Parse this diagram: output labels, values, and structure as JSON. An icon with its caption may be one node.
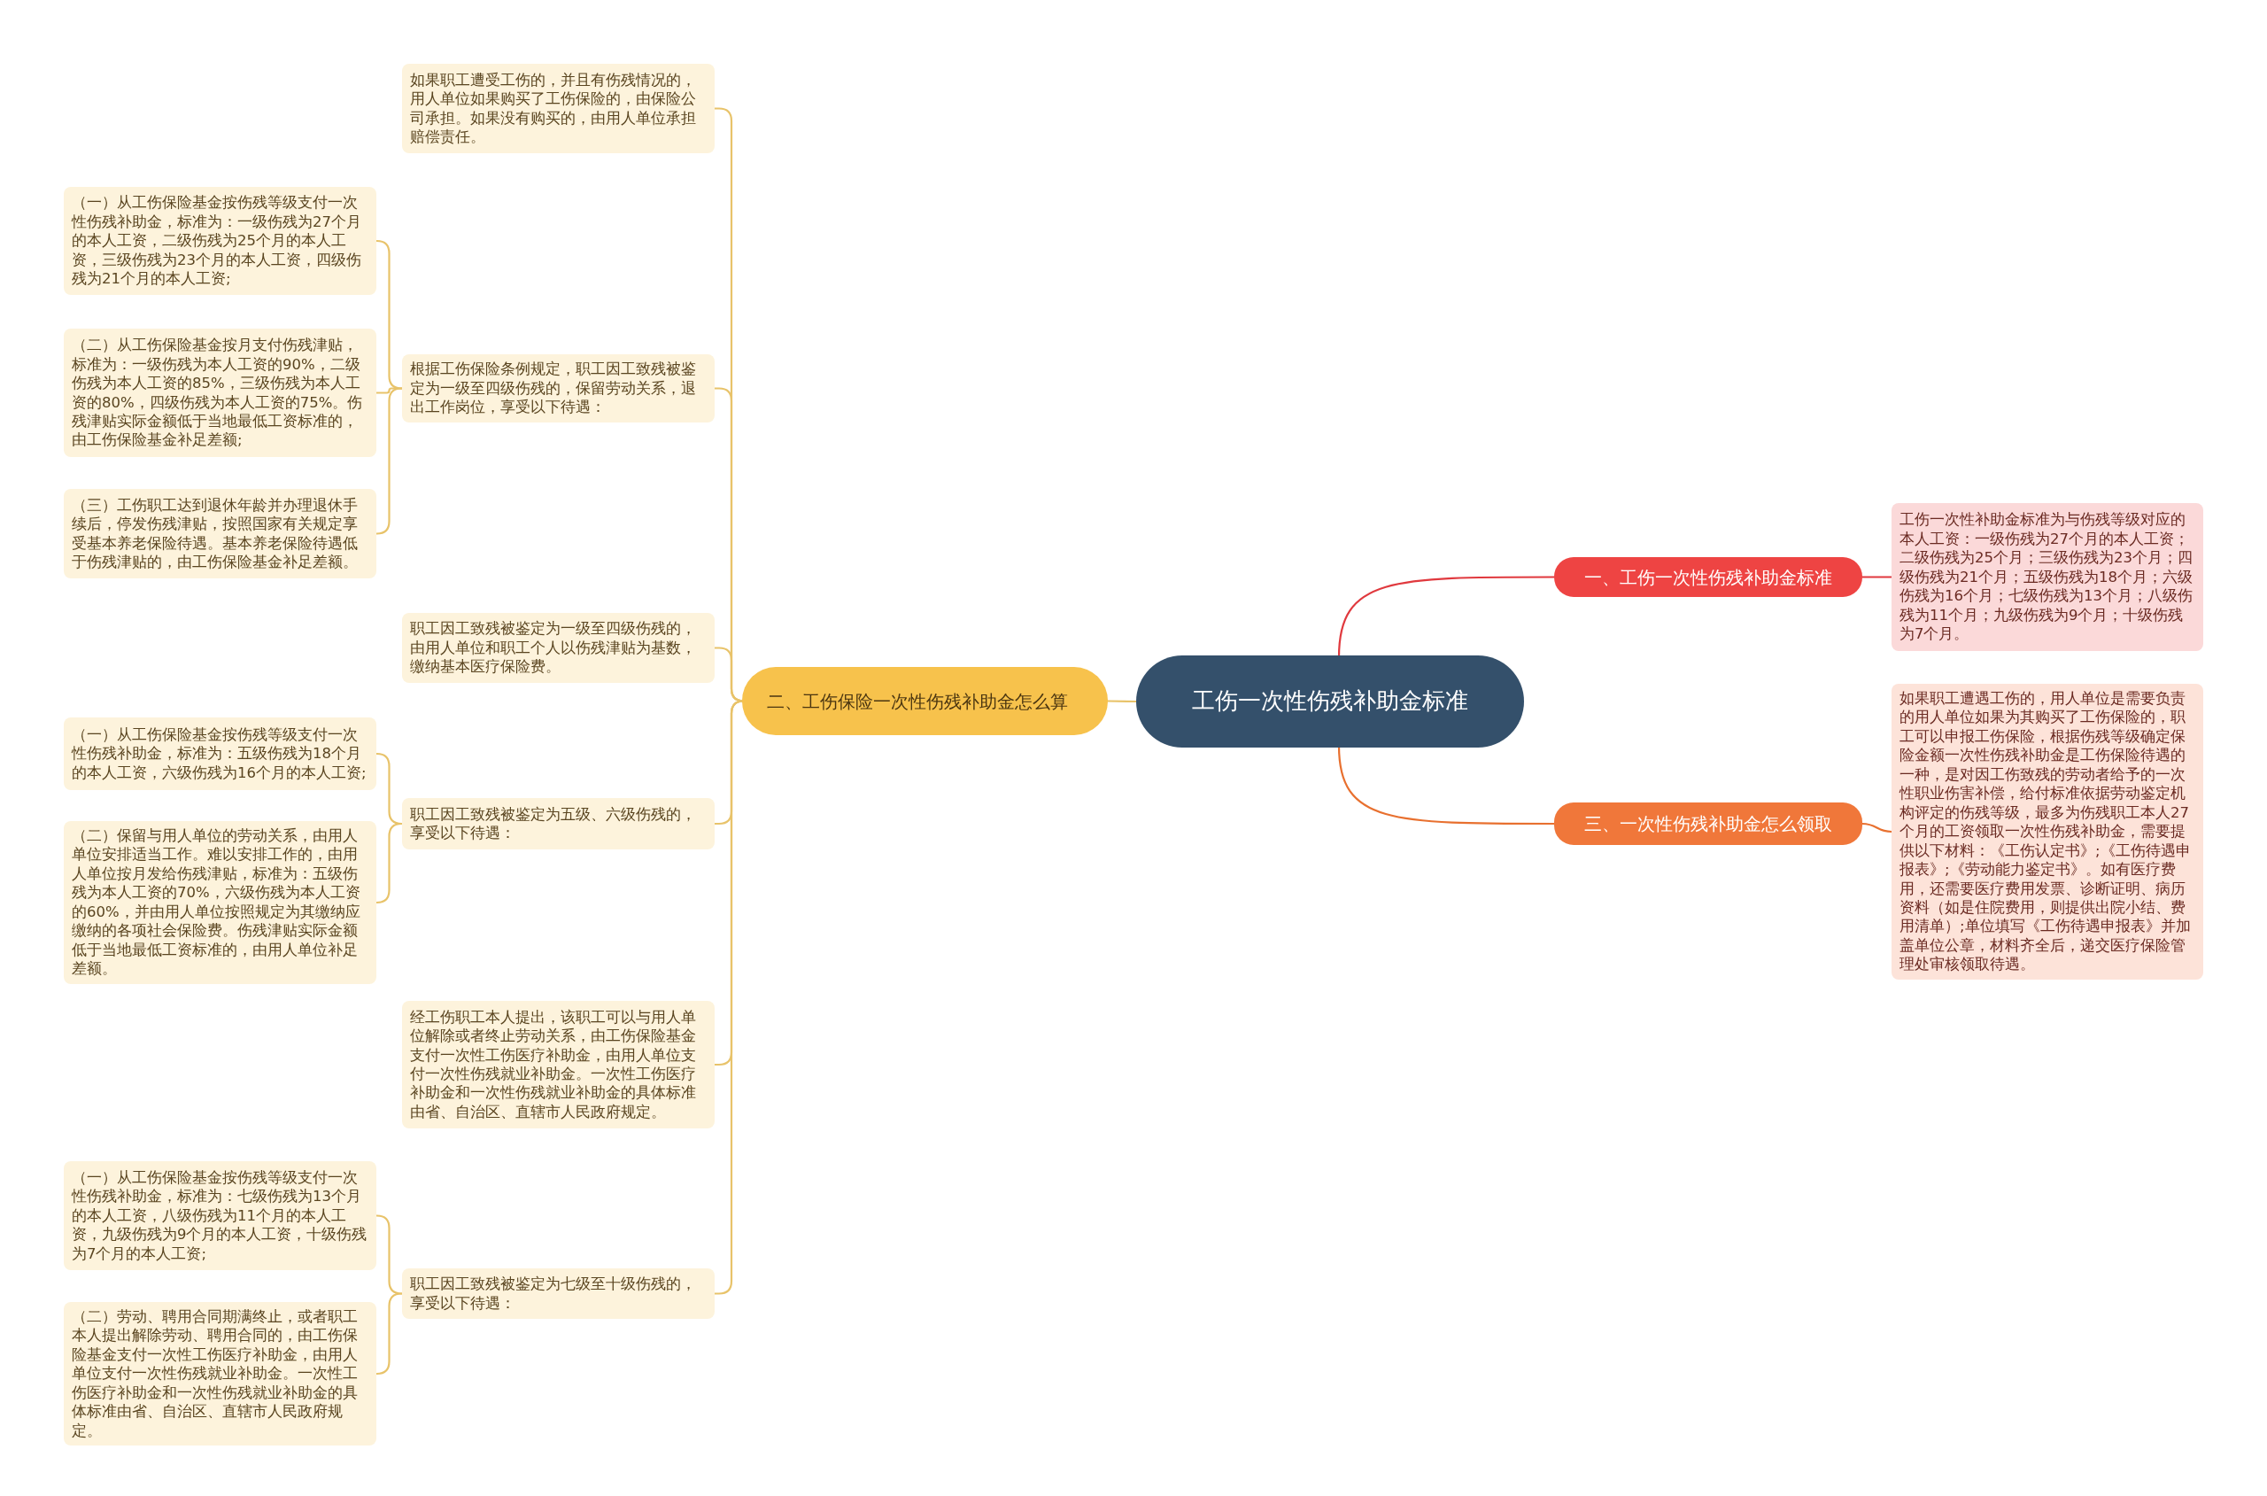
{
  "diagram": {
    "nodes": [
      {
        "text": [
          "工伤一次性伤残补助金标准"
        ]
      },
      {
        "text": [
          "一、工伤一次性伤残补助金标准"
        ]
      },
      {
        "text": [
          "工伤一次性补助金标准为与伤残等级对应的本人工资：一级伤残为27个月的本人工资；二级伤残为25个月；三级伤残为23个月；四级伤残为21个月；五级伤残为18个月；六级伤残为16个月；七级伤残为13个月；八级伤残为11个月；九级伤残为9个月；十级伤残为7个月。"
        ]
      },
      {
        "text": [
          "三、一次性伤残补助金怎么领取"
        ]
      },
      {
        "text": [
          "如果职工遭遇工伤的，用人单位是需要负责的用人单位如果为其购买了工伤保险的，职工可以申报工伤保险，根据伤残等级确定保险金额一次性伤残补助金是工伤保险待遇的一种，是对因工伤致残的劳动者给予的一次性职业伤害补偿，给付标准依据劳动鉴定机构评定的伤残等级，最多为伤残职工本人27个月的工资领取一次性伤残补助金，需要提供以下材料：《工伤认定书》;《工伤待遇申报表》;《劳动能力鉴定书》。如有医疗费用，还需要医疗费用发票、诊断证明、病历资料（如是住院费用，则提供出院小结、费用清单）;单位填写《工伤待遇申报表》并加盖单位公章，材料齐全后，递交医疗保险管理处审核领取待遇。"
        ]
      },
      {
        "text": [
          "二、工伤保险一次性伤残补助金怎么算"
        ]
      },
      {
        "text": [
          "如果职工遭受工伤的，并且有伤残情况的，用人单位如果购买了工伤保险的，由保险公司承担。如果没有购买的，由用人单位承担赔偿责任。"
        ]
      },
      {
        "text": [
          "根据工伤保险条例规定，职工因工致残被鉴定为一级至四级伤残的，保留劳动关系，退出工作岗位，享受以下待遇："
        ]
      },
      {
        "text": [
          "（一）从工伤保险基金按伤残等级支付一次性伤残补助金，标准为：一级伤残为27个月的本人工资，二级伤残为25个月的本人工资，三级伤残为23个月的本人工资，四级伤残为21个月的本人工资;"
        ]
      },
      {
        "text": [
          "（二）从工伤保险基金按月支付伤残津贴，标准为：一级伤残为本人工资的90%，二级伤残为本人工资的85%，三级伤残为本人工资的80%，四级伤残为本人工资的75%。伤残津贴实际金额低于当地最低工资标准的，由工伤保险基金补足差额;"
        ]
      },
      {
        "text": [
          "（三）工伤职工达到退休年龄并办理退休手续后，停发伤残津贴，按照国家有关规定享受基本养老保险待遇。基本养老保险待遇低于伤残津贴的，由工伤保险基金补足差额。"
        ]
      },
      {
        "text": [
          "职工因工致残被鉴定为一级至四级伤残的，由用人单位和职工个人以伤残津贴为基数，缴纳基本医疗保险费。"
        ]
      },
      {
        "text": [
          "职工因工致残被鉴定为五级、六级伤残的，享受以下待遇："
        ]
      },
      {
        "text": [
          "（一）从工伤保险基金按伤残等级支付一次性伤残补助金，标准为：五级伤残为18个月的本人工资，六级伤残为16个月的本人工资;"
        ]
      },
      {
        "text": [
          "（二）保留与用人单位的劳动关系，由用人单位安排适当工作。难以安排工作的，由用人单位按月发给伤残津贴，标准为：五级伤残为本人工资的70%，六级伤残为本人工资的60%，并由用人单位按照规定为其缴纳应缴纳的各项社会保险费。伤残津贴实际金额低于当地最低工资标准的，由用人单位补足差额。"
        ]
      },
      {
        "text": [
          "经工伤职工本人提出，该职工可以与用人单位解除或者终止劳动关系，由工伤保险基金支付一次性工伤医疗补助金，由用人单位支付一次性伤残就业补助金。一次性工伤医疗补助金和一次性伤残就业补助金的具体标准由省、自治区、直辖市人民政府规定。"
        ]
      },
      {
        "text": [
          "职工因工致残被鉴定为七级至十级伤残的，享受以下待遇："
        ]
      },
      {
        "text": [
          "（一）从工伤保险基金按伤残等级支付一次性伤残补助金，标准为：七级伤残为13个月的本人工资，八级伤残为11个月的本人工资，九级伤残为9个月的本人工资，十级伤残为7个月的本人工资;"
        ]
      },
      {
        "text": [
          "（二）劳动、聘用合同期满终止，或者职工本人提出解除劳动、聘用合同的，由工伤保险基金支付一次性工伤医疗补助金，由用人单位支付一次性伤残就业补助金。一次性工伤医疗补助金和一次性伤残就业补助金的具体标准由省、自治区、直辖市人民政府规定。"
        ]
      }
    ],
    "edges": [
      {
        "from": 0,
        "to": 1,
        "arrow": "none",
        "color": "#e0393e"
      },
      {
        "from": 1,
        "to": 2,
        "arrow": "none",
        "color": "#e0393e"
      },
      {
        "from": 0,
        "to": 3,
        "arrow": "none",
        "color": "#e8702f"
      },
      {
        "from": 3,
        "to": 4,
        "arrow": "none",
        "color": "#e8702f"
      },
      {
        "from": 0,
        "to": 5,
        "arrow": "none"
      },
      {
        "from": 5,
        "to": 6,
        "arrow": "none"
      },
      {
        "from": 5,
        "to": 7,
        "arrow": "none"
      },
      {
        "from": 7,
        "to": 8,
        "arrow": "none"
      },
      {
        "from": 7,
        "to": 9,
        "arrow": "none"
      },
      {
        "from": 7,
        "to": 10,
        "arrow": "none"
      },
      {
        "from": 5,
        "to": 11,
        "arrow": "none"
      },
      {
        "from": 5,
        "to": 12,
        "arrow": "none"
      },
      {
        "from": 12,
        "to": 13,
        "arrow": "none"
      },
      {
        "from": 12,
        "to": 14,
        "arrow": "none"
      },
      {
        "from": 5,
        "to": 15,
        "arrow": "none"
      },
      {
        "from": 5,
        "to": 16,
        "arrow": "none"
      },
      {
        "from": 16,
        "to": 17,
        "arrow": "none"
      },
      {
        "from": 16,
        "to": 18,
        "arrow": "none"
      }
    ]
  }
}
